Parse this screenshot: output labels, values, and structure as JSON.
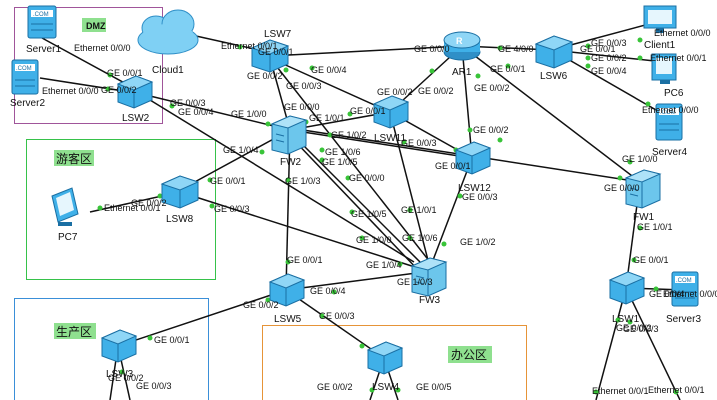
{
  "colors": {
    "dmz_box": "#a0559a",
    "guest_box": "#36c24a",
    "prod_box": "#3a8fd8",
    "office_box": "#e69438",
    "zone_label_bg": "#8fe08f",
    "link": "#111111",
    "port_dot": "#39c439",
    "switch_body": "#3fb0e8",
    "firewall_body": "#6cc6ec"
  },
  "zones": {
    "dmz": "DMZ",
    "guest": "游客区",
    "production": "生产区",
    "office": "办公区"
  },
  "devices": {
    "server1": {
      "label": "Server1",
      "icon": "server-icon"
    },
    "server2": {
      "label": "Server2",
      "icon": "server-icon"
    },
    "cloud1": {
      "label": "Cloud1",
      "icon": "cloud-icon"
    },
    "lsw2": {
      "label": "LSW2",
      "icon": "switch-icon"
    },
    "lsw7": {
      "label": "LSW7",
      "icon": "switch-icon"
    },
    "ar1": {
      "label": "AR1",
      "icon": "router-icon"
    },
    "lsw6": {
      "label": "LSW6",
      "icon": "switch-icon"
    },
    "client1": {
      "label": "Client1",
      "icon": "client-icon"
    },
    "pc6": {
      "label": "PC6",
      "icon": "pc-icon"
    },
    "server4": {
      "label": "Server4",
      "icon": "server-icon"
    },
    "fw2": {
      "label": "FW2",
      "icon": "firewall-icon"
    },
    "lsw11": {
      "label": "LSW11",
      "icon": "switch-icon"
    },
    "lsw12": {
      "label": "LSW12",
      "icon": "switch-icon"
    },
    "fw1": {
      "label": "FW1",
      "icon": "firewall-icon"
    },
    "pc7": {
      "label": "PC7",
      "icon": "pc-icon"
    },
    "lsw8": {
      "label": "LSW8",
      "icon": "switch-icon"
    },
    "fw3": {
      "label": "FW3",
      "icon": "firewall-icon"
    },
    "lsw5": {
      "label": "LSW5",
      "icon": "switch-icon"
    },
    "lsw1": {
      "label": "LSW1",
      "icon": "switch-icon"
    },
    "server3": {
      "label": "Server3",
      "icon": "server-icon"
    },
    "lsw3": {
      "label": "LSW3",
      "icon": "switch-icon"
    },
    "lsw4": {
      "label": "LSW4",
      "icon": "switch-icon"
    }
  },
  "ports": {
    "p01": "Ethernet 0/0/0",
    "p02": "GE 0/0/1",
    "p03": "Ethernet 0/0/0",
    "p04": "GE 0/0/2",
    "p05": "Ethernet 0/0/1",
    "p06": "GE 0/0/1",
    "p07": "GE 0/0/2",
    "p08": "GE 0/0/4",
    "p09": "GE 0/0/3",
    "p10": "GE 0/0/0",
    "p11": "GE 4/0/0",
    "p12": "GE 0/0/1",
    "p13": "GE 0/0/1",
    "p14": "GE 0/0/2",
    "p15": "GE 0/0/2",
    "p16": "GE 0/0/3",
    "p17": "Ethernet 0/0/0",
    "p18": "GE 0/0/2",
    "p19": "Ethernet 0/0/1",
    "p20": "GE 0/0/4",
    "p21": "Ethernet 0/0/0",
    "p22": "GE 0/0/3",
    "p23": "GE 0/0/4",
    "p24": "GE 1/0/0",
    "p25": "GE 0/0/0",
    "p26": "GE 0/0/1",
    "p27": "GE 0/0/2",
    "p28": "GE 1/0/1",
    "p29": "GE 1/0/2",
    "p30": "GE 1/0/6",
    "p31": "GE 1/0/5",
    "p32": "GE 0/0/3",
    "p33": "GE 0/0/1",
    "p34": "GE 0/0/2",
    "p35": "GE 1/0/0",
    "p36": "GE 1/0/1",
    "p37": "GE 1/0/4",
    "p38": "GE 0/0/1",
    "p39": "Ethernet 0/0/1",
    "p40": "GE 0/0/2",
    "p41": "GE 0/0/3",
    "p42": "GE 1/0/3",
    "p43": "GE 0/0/0",
    "p44": "GE 1/0/5",
    "p45": "GE 1/0/0",
    "p46": "GE 1/0/1",
    "p47": "GE 1/0/6",
    "p48": "GE 0/0/3",
    "p49": "GE 1/0/2",
    "p50": "GE 1/0/4",
    "p51": "GE 1/0/3",
    "p52": "GE 0/0/1",
    "p53": "GE 0/0/4",
    "p54": "GE 0/0/2",
    "p55": "GE 0/0/3",
    "p56": "GE 1/0/1",
    "p57": "GE 0/0/1",
    "p58": "GE 0/0/4",
    "p59": "Ethernet 0/0/0",
    "p60": "GE 0/0/2",
    "p61": "GE 0/0/3",
    "p62": "GE 0/0/1",
    "p63": "GE 0/0/2",
    "p64": "GE 0/0/3",
    "p65": "GE 0/0/2",
    "p66": "GE 0/0/5",
    "p67": "Ethernet 0/0/1",
    "p68": "Ethernet 0/0/1"
  }
}
